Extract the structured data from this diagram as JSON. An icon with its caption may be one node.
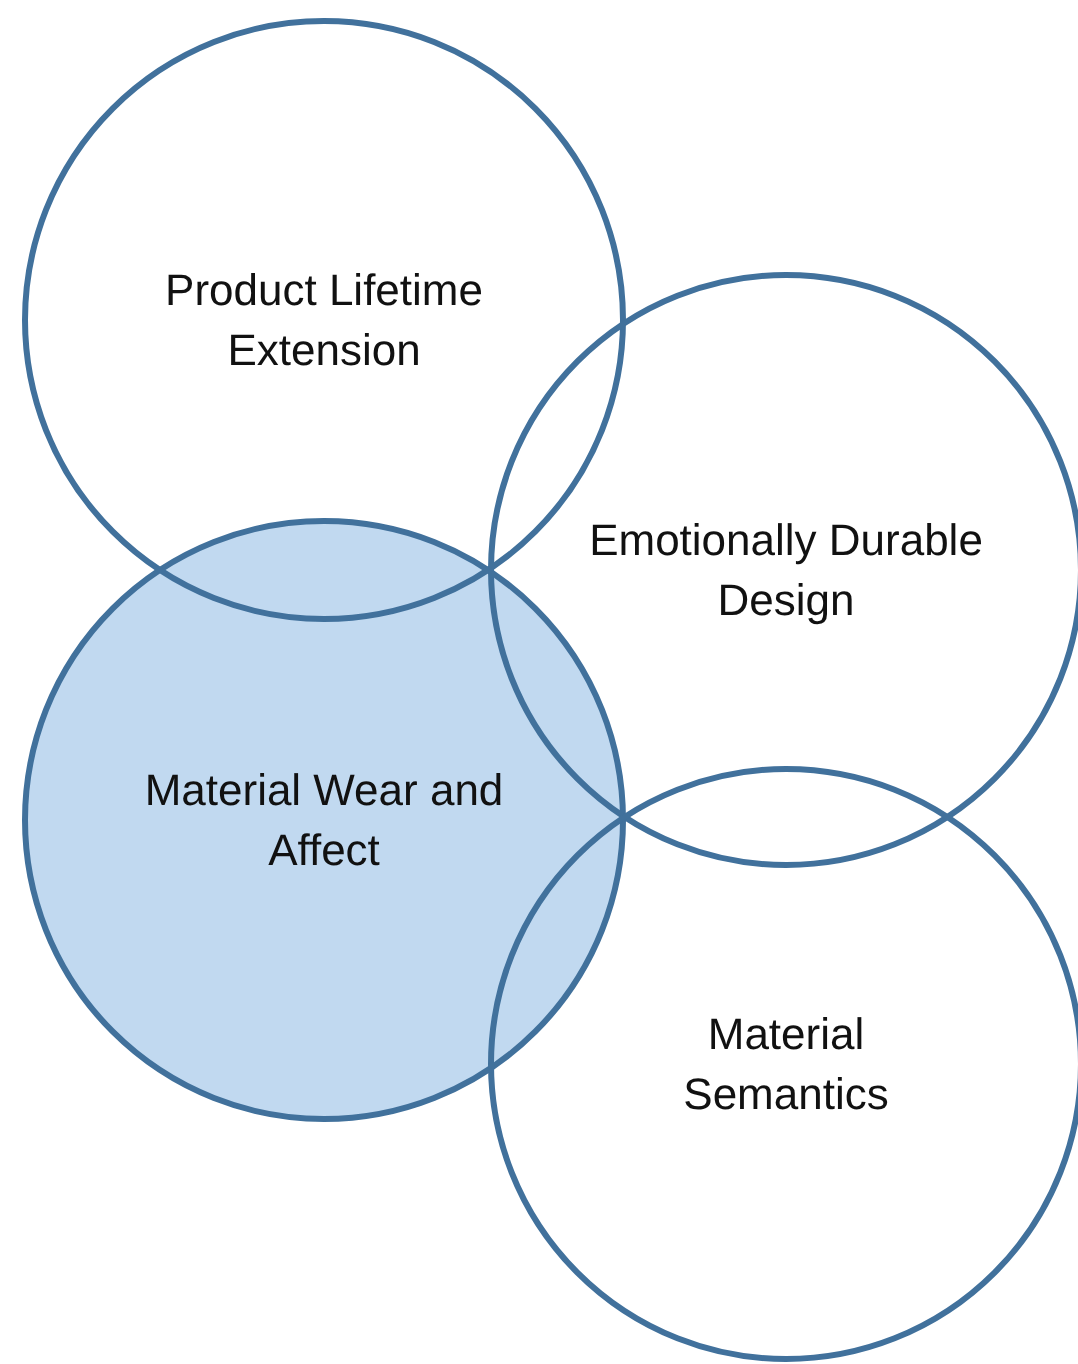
{
  "diagram": {
    "nodes": [
      {
        "text": [
          "Product Lifetime Extension"
        ]
      },
      {
        "text": [
          "Emotionally Durable Design"
        ]
      },
      {
        "text": [
          "Material Wear and Affect"
        ]
      },
      {
        "text": [
          "Material Semantics"
        ]
      }
    ]
  }
}
